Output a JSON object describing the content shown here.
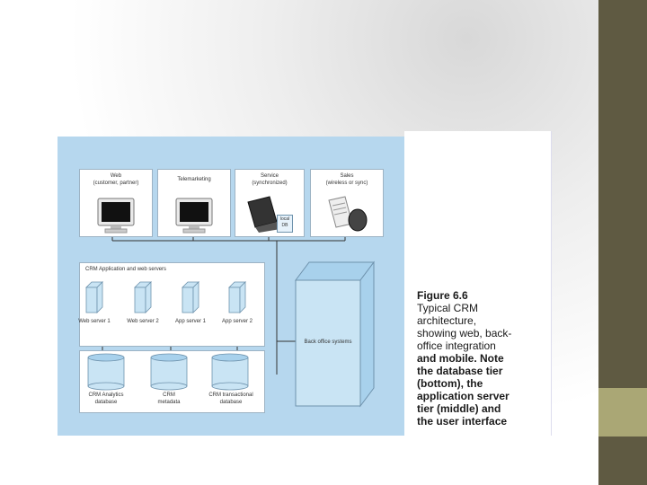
{
  "figure_caption": {
    "number": "Figure 6.6",
    "lines": [
      "Typical CRM",
      "architecture,",
      "showing web, back-",
      "office integration",
      "and mobile. Note",
      "the database tier",
      "(bottom), the",
      "application server",
      "tier (middle) and",
      "the user interface"
    ]
  },
  "clients": [
    {
      "title": "Web",
      "subtitle": "(customer, partner)"
    },
    {
      "title": "Telemarketing",
      "subtitle": ""
    },
    {
      "title": "Service",
      "subtitle": "(synchronized)"
    },
    {
      "title": "Sales",
      "subtitle": "(wireless or sync)"
    }
  ],
  "local_db_label": [
    "local",
    "DB"
  ],
  "app_tier": {
    "title": "CRM Application and web servers",
    "servers": [
      "Web server 1",
      "Web server 2",
      "App server 1",
      "App server 2"
    ]
  },
  "databases": [
    {
      "line1": "CRM Analytics",
      "line2": "database"
    },
    {
      "line1": "CRM",
      "line2": "metadata"
    },
    {
      "line1": "CRM transactional",
      "line2": "database"
    }
  ],
  "back_office": "Back office systems",
  "colors": {
    "figure_bg": "#b6d7ee",
    "server_fill": "#c9e4f4",
    "server_stroke": "#6f93ad",
    "sidebar_dark": "#5f5a42",
    "sidebar_light": "#aaa775"
  }
}
